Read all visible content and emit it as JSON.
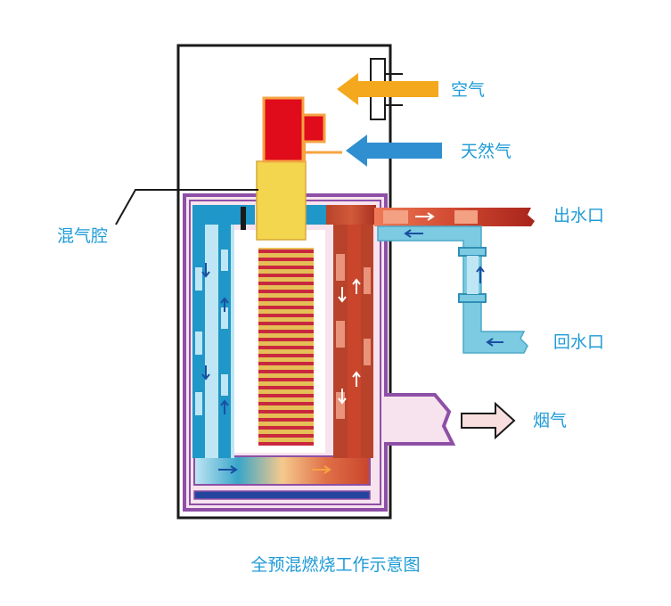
{
  "labels": {
    "air": "空气",
    "natural_gas": "天然气",
    "mixing_chamber": "混气腔",
    "water_outlet": "出水口",
    "water_return": "回水口",
    "flue_gas": "烟气"
  },
  "caption": "全预混燃烧工作示意图",
  "colors": {
    "label_text": "#1e9bd7",
    "frame": "#1a1a1a",
    "casing": "#8e4fa6",
    "casing_fill": "#f7e3ee",
    "cold_water": "#1f97c8",
    "cold_water_light": "#bfe6f4",
    "hot_water": "#b8432a",
    "hot_water_light": "#f3a083",
    "fan": "#e00b1b",
    "fan_outline": "#f6a341",
    "mixing_chamber": "#f3d54e",
    "air_arrow": "#f4a81e",
    "gas_arrow": "#2f8fd0",
    "flue_arrow": "#f8dede",
    "burner_red": "#c9283e",
    "burner_gold": "#e5bf55",
    "flow_arrow_blue": "#1a4fa0",
    "base_blue": "#24459e"
  },
  "icons": {
    "air_inlet": "left-arrow-icon",
    "gas_inlet": "left-arrow-icon",
    "flue_outlet": "right-arrow-icon",
    "flow_down": "down-arrow-icon",
    "flow_up": "up-arrow-icon"
  }
}
